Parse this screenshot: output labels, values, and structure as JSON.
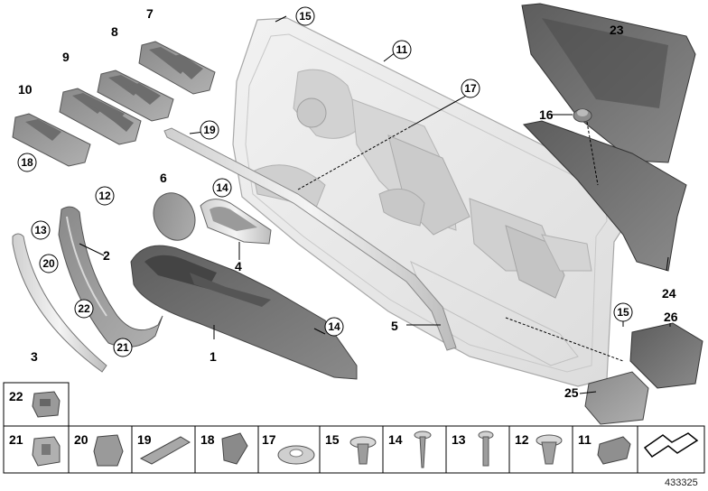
{
  "diagram": {
    "callouts": [
      {
        "id": "c1",
        "text": "1",
        "circled": false
      },
      {
        "id": "c2",
        "text": "2",
        "circled": false
      },
      {
        "id": "c3",
        "text": "3",
        "circled": false
      },
      {
        "id": "c4",
        "text": "4",
        "circled": false
      },
      {
        "id": "c5",
        "text": "5",
        "circled": false
      },
      {
        "id": "c6",
        "text": "6",
        "circled": false
      },
      {
        "id": "c7",
        "text": "7",
        "circled": false
      },
      {
        "id": "c8",
        "text": "8",
        "circled": false
      },
      {
        "id": "c9",
        "text": "9",
        "circled": false
      },
      {
        "id": "c10",
        "text": "10",
        "circled": false
      },
      {
        "id": "c11",
        "text": "11",
        "circled": true
      },
      {
        "id": "c12",
        "text": "12",
        "circled": true
      },
      {
        "id": "c13",
        "text": "13",
        "circled": true
      },
      {
        "id": "c14a",
        "text": "14",
        "circled": true
      },
      {
        "id": "c14b",
        "text": "14",
        "circled": true
      },
      {
        "id": "c15a",
        "text": "15",
        "circled": true
      },
      {
        "id": "c15b",
        "text": "15",
        "circled": true
      },
      {
        "id": "c16",
        "text": "16",
        "circled": false
      },
      {
        "id": "c17",
        "text": "17",
        "circled": true
      },
      {
        "id": "c18",
        "text": "18",
        "circled": true
      },
      {
        "id": "c19",
        "text": "19",
        "circled": true
      },
      {
        "id": "c20",
        "text": "20",
        "circled": true
      },
      {
        "id": "c21",
        "text": "21",
        "circled": true
      },
      {
        "id": "c22",
        "text": "22",
        "circled": true
      },
      {
        "id": "c23",
        "text": "23",
        "circled": false
      },
      {
        "id": "c24",
        "text": "24",
        "circled": false
      },
      {
        "id": "c25",
        "text": "25",
        "circled": false
      },
      {
        "id": "c26",
        "text": "26",
        "circled": false
      }
    ],
    "legend_top": [
      {
        "text": "22"
      }
    ],
    "legend_cells": [
      {
        "text": "21"
      },
      {
        "text": "20"
      },
      {
        "text": "19"
      },
      {
        "text": "18"
      },
      {
        "text": "17"
      },
      {
        "text": "15"
      },
      {
        "text": "14"
      },
      {
        "text": "13"
      },
      {
        "text": "12"
      },
      {
        "text": "11"
      }
    ],
    "document_number": "433325"
  },
  "colors": {
    "panel": "#e6e6e6",
    "panel_edge": "#bdbdbd",
    "dark_part": "#6e6e6e",
    "mid_part": "#8f8f8f",
    "light_part": "#b9b9b9"
  },
  "icons": [
    "door-panel",
    "switch-block",
    "door-handle",
    "armrest",
    "trim-strip",
    "insulation-mat",
    "clip",
    "screw",
    "nut"
  ]
}
